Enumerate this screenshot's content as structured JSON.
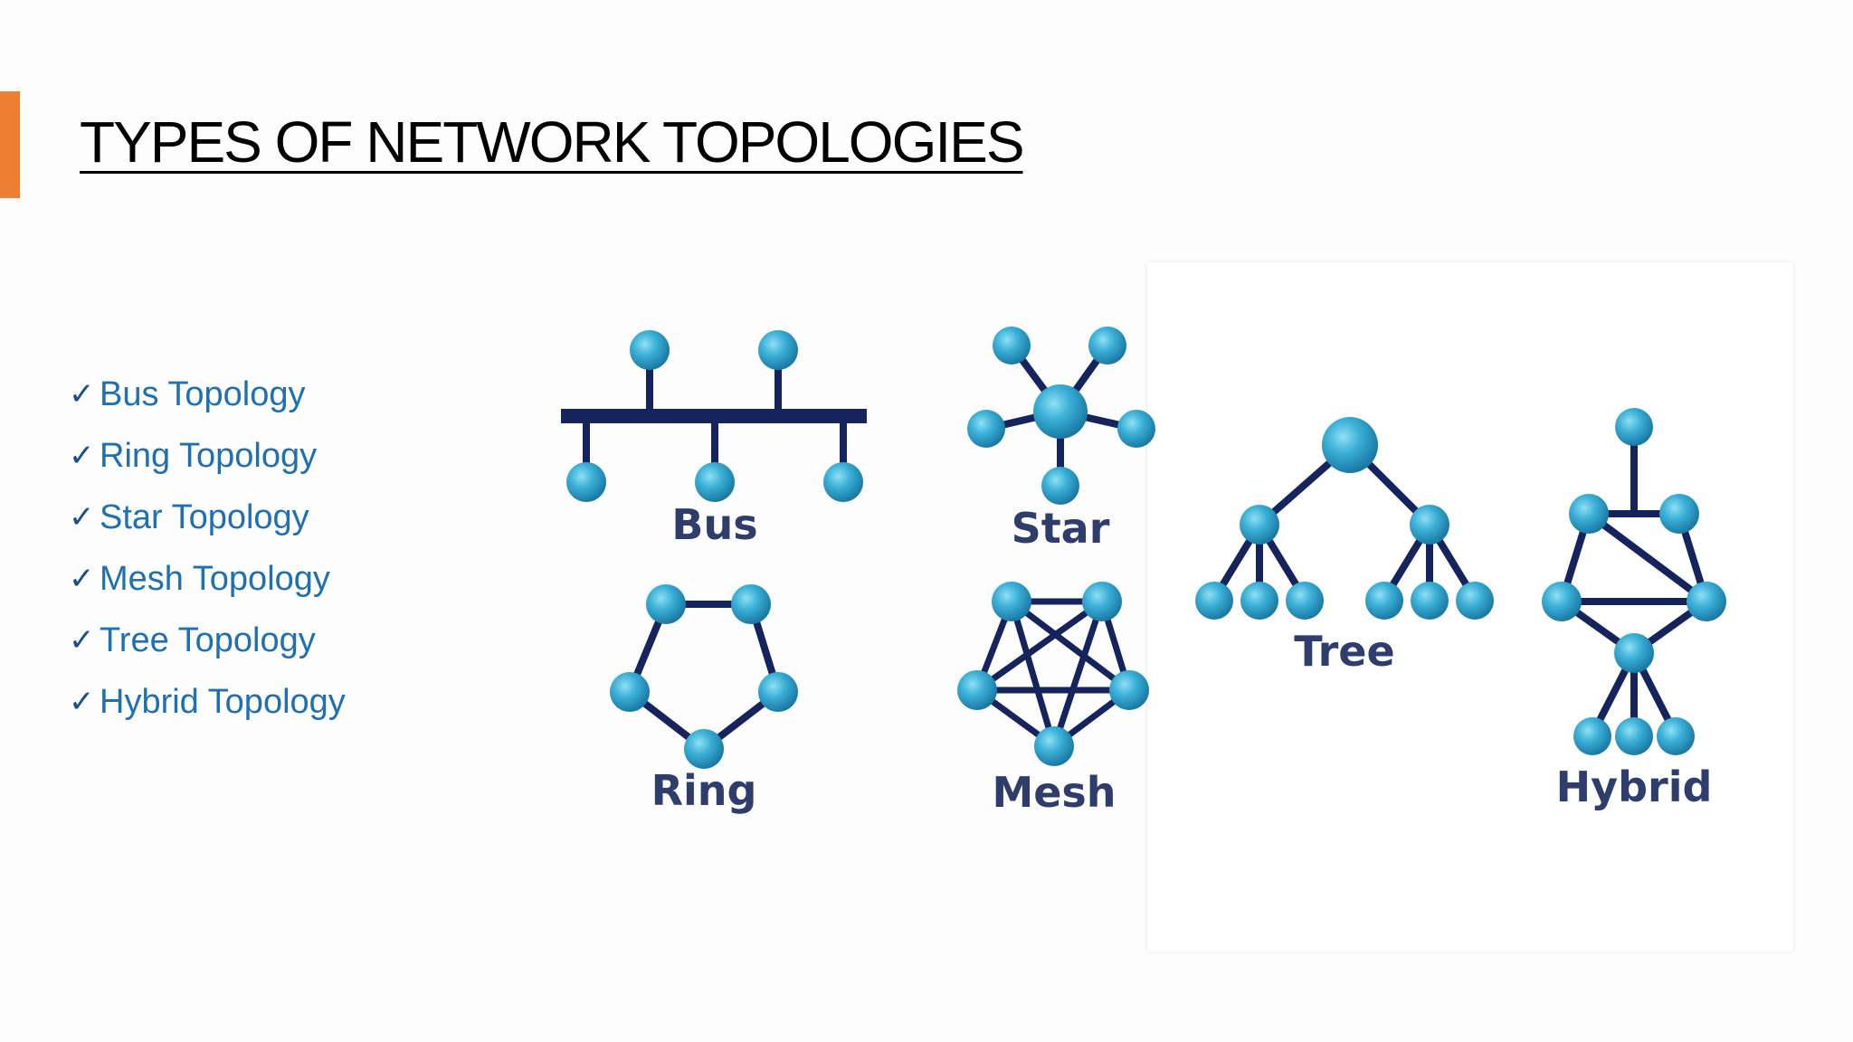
{
  "slide": {
    "title": "TYPES OF NETWORK TOPOLOGIES",
    "accent_color": "#ed7d31",
    "check_mark": "✓",
    "list_items": [
      "Bus Topology",
      "Ring Topology",
      "Star Topology",
      "Mesh Topology",
      "Tree Topology",
      "Hybrid Topology"
    ]
  },
  "diagram": {
    "node_color": "#3bb0d6",
    "line_color": "#16245e",
    "labels": {
      "bus": "Bus",
      "star": "Star",
      "tree": "Tree",
      "ring": "Ring",
      "mesh": "Mesh",
      "hybrid": "Hybrid"
    }
  }
}
